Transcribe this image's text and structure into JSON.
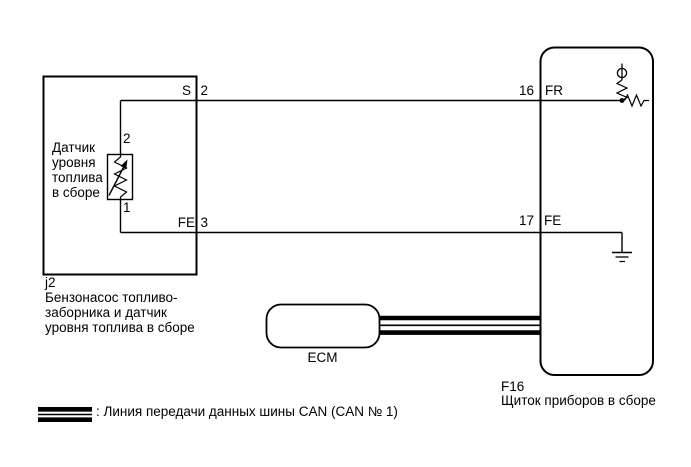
{
  "colors": {
    "line": "#000000",
    "background": "#ffffff"
  },
  "fuel_sender": {
    "component_label": "Датчик\nуровня\nтоплива\nв сборе",
    "resistor_pin_top": "2",
    "resistor_pin_bottom": "1",
    "pin_s_name": "S",
    "pin_s_number": "2",
    "pin_fe_name": "FE",
    "pin_fe_number": "3",
    "code": "j2",
    "caption": "Бензонасос топливо-\nзаборника и датчик\nуровня топлива в сборе"
  },
  "instrument_panel": {
    "pin_fr_number": "16",
    "pin_fr_name": "FR",
    "pin_fe_number": "17",
    "pin_fe_name": "FE",
    "code": "F16",
    "caption": "Щиток приборов в сборе"
  },
  "ecm": {
    "label": "ECM"
  },
  "legend": {
    "text": ": Линия передачи данных шины CAN (CAN № 1)"
  }
}
